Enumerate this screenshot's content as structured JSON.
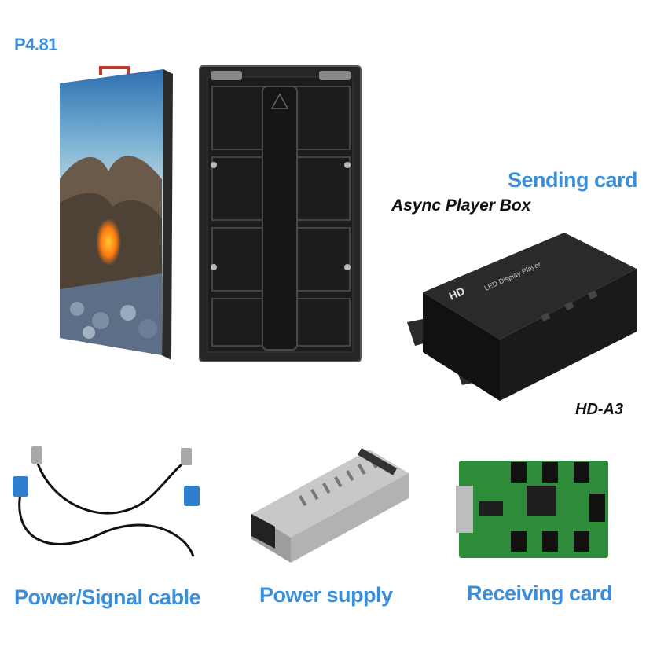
{
  "header": {
    "pitch": "P4.81"
  },
  "sending": {
    "title": "Sending card",
    "subtitle": "Async Player Box",
    "model": "HD-A3",
    "device_print": "LED Display Player"
  },
  "items": {
    "cable": "Power/Signal cable",
    "power": "Power supply",
    "receiving": "Receiving card"
  },
  "colors": {
    "label_blue": "#3b8fd8",
    "cabinet_dark": "#222222",
    "pcb_green": "#2e8b3a"
  }
}
